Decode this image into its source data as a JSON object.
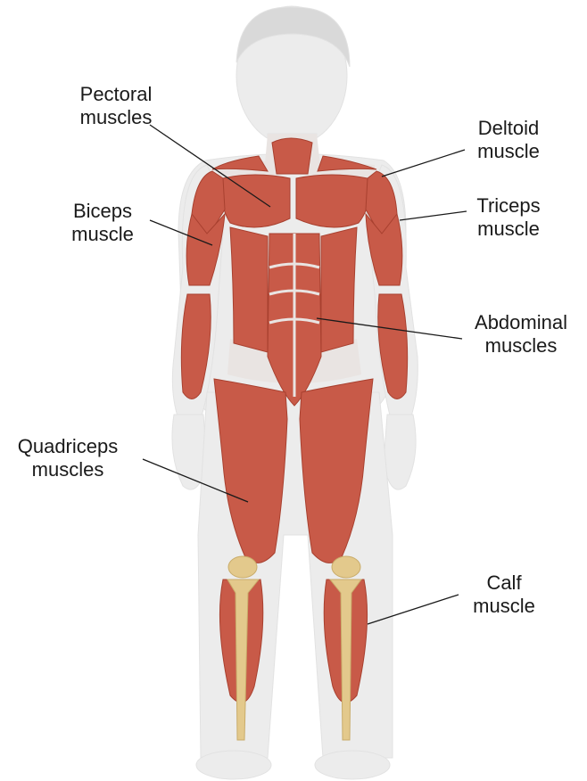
{
  "labels": {
    "pectoral": {
      "line1": "Pectoral",
      "line2": "muscles"
    },
    "deltoid": {
      "line1": "Deltoid",
      "line2": "muscle"
    },
    "biceps": {
      "line1": "Biceps",
      "line2": "muscle"
    },
    "triceps": {
      "line1": "Triceps",
      "line2": "muscle"
    },
    "abdominal": {
      "line1": "Abdominal",
      "line2": "muscles"
    },
    "quadriceps": {
      "line1": "Quadriceps",
      "line2": "muscles"
    },
    "calf": {
      "line1": "Calf",
      "line2": "muscle"
    }
  },
  "colors": {
    "muscle": "#c85a48",
    "muscle_dark": "#a8402f",
    "tendon": "#e9e4e2",
    "bone": "#e3c98c",
    "silhouette": "#ececec",
    "leader_line": "#1a1a1a"
  }
}
